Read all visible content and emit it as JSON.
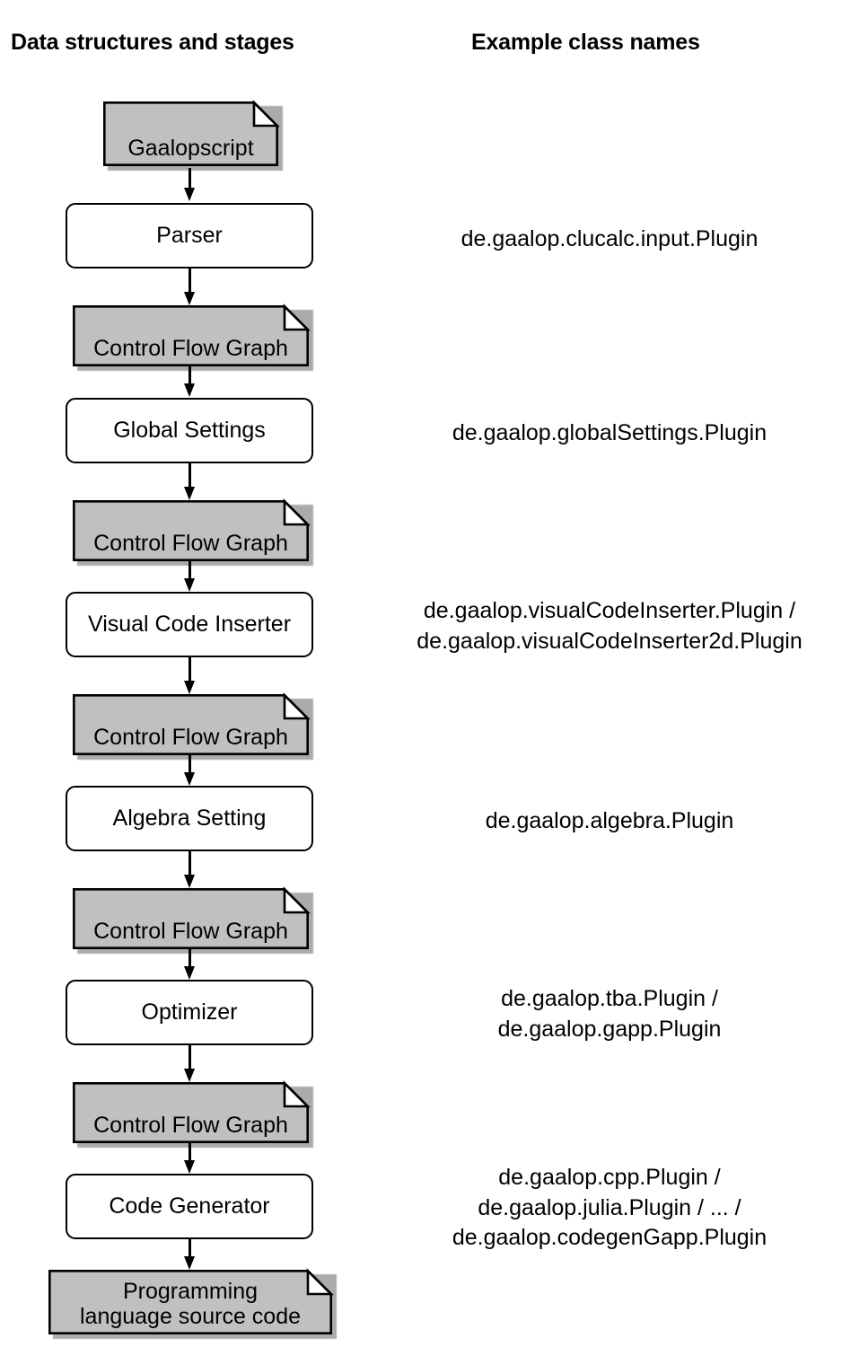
{
  "headers": {
    "left": "Data structures and stages",
    "right": "Example class names"
  },
  "colors": {
    "document_fill": "#c0c0c0",
    "process_fill": "#ffffff",
    "stroke": "#000000",
    "shadow": "rgba(0,0,0,0.33)"
  },
  "flow": {
    "nodes": [
      {
        "id": "gaalopscript",
        "kind": "document",
        "label": "Gaalopscript",
        "class_names": ""
      },
      {
        "id": "parser",
        "kind": "process",
        "label": "Parser",
        "class_names": "de.gaalop.clucalc.input.Plugin"
      },
      {
        "id": "cfg-1",
        "kind": "document",
        "label": "Control Flow Graph",
        "class_names": ""
      },
      {
        "id": "global-settings",
        "kind": "process",
        "label": "Global Settings",
        "class_names": "de.gaalop.globalSettings.Plugin"
      },
      {
        "id": "cfg-2",
        "kind": "document",
        "label": "Control Flow Graph",
        "class_names": ""
      },
      {
        "id": "visual-code-inserter",
        "kind": "process",
        "label": "Visual Code Inserter",
        "class_names": "de.gaalop.visualCodeInserter.Plugin /\nde.gaalop.visualCodeInserter2d.Plugin"
      },
      {
        "id": "cfg-3",
        "kind": "document",
        "label": "Control Flow Graph",
        "class_names": ""
      },
      {
        "id": "algebra-setting",
        "kind": "process",
        "label": "Algebra Setting",
        "class_names": "de.gaalop.algebra.Plugin"
      },
      {
        "id": "cfg-4",
        "kind": "document",
        "label": "Control Flow Graph",
        "class_names": ""
      },
      {
        "id": "optimizer",
        "kind": "process",
        "label": "Optimizer",
        "class_names": "de.gaalop.tba.Plugin /\nde.gaalop.gapp.Plugin"
      },
      {
        "id": "cfg-5",
        "kind": "document",
        "label": "Control Flow Graph",
        "class_names": ""
      },
      {
        "id": "code-generator",
        "kind": "process",
        "label": "Code Generator",
        "class_names": "de.gaalop.cpp.Plugin /\nde.gaalop.julia.Plugin / ... /\nde.gaalop.codegenGapp.Plugin"
      },
      {
        "id": "source-code",
        "kind": "document",
        "label_line1": "Programming",
        "label_line2": "language source code",
        "class_names": ""
      }
    ]
  }
}
